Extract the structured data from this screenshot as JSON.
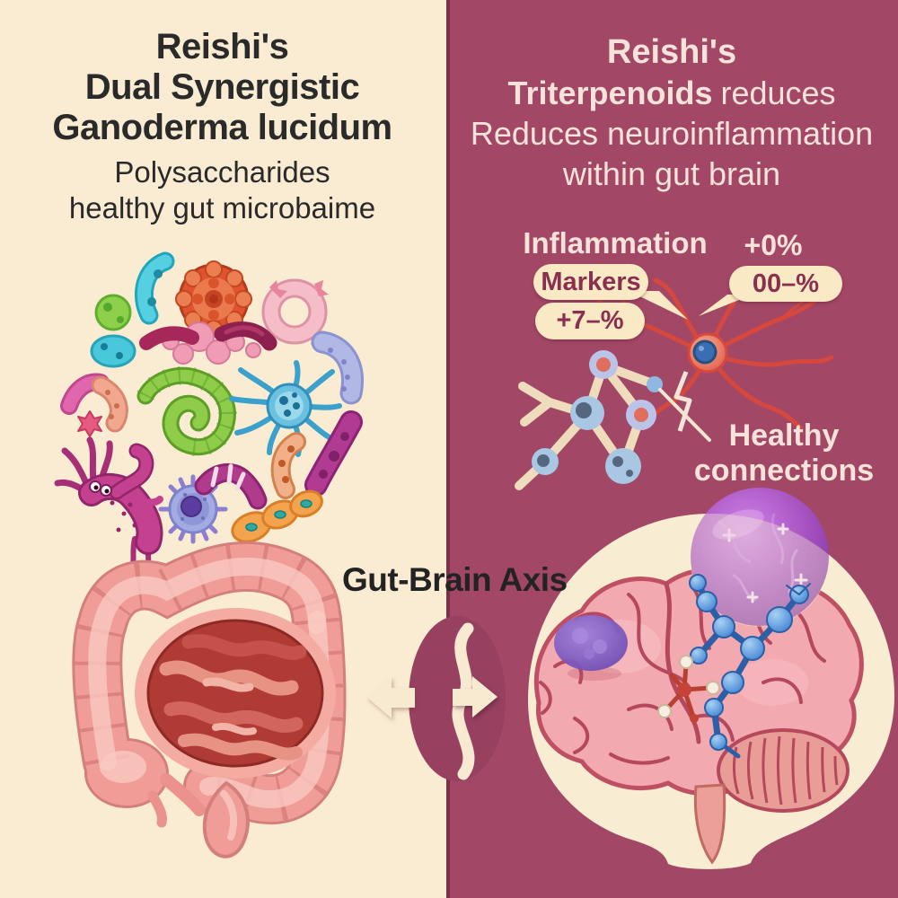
{
  "left_panel": {
    "title_lines": [
      "Reishi's",
      "Dual Synergistic",
      "Ganoderma lucidum"
    ],
    "subtitle_lines": [
      "Polysaccharides",
      "healthy gut microbaime"
    ]
  },
  "right_panel": {
    "title_line1": "Reishi's",
    "title_line2_bold": "Triterpenoids",
    "title_line2_regular": "reduces",
    "title_line3": "Reduces neuroinflammation",
    "title_line4": "within gut brain",
    "inflammation_label": "Inflammation",
    "inflammation_value": "+0%",
    "bubble_markers": "Markers",
    "bubble_value1": "00–%",
    "bubble_value2": "+7–%",
    "healthy_label_line1": "Healthy",
    "healthy_label_line2": "connections"
  },
  "center": {
    "axis_label": "Gut-Brain Axis"
  },
  "palette": {
    "left_bg": "#f9ecd3",
    "right_bg": "#a24766",
    "divider": "#7c2e4a",
    "left_text": "#2b2a2a",
    "right_text": "#f8e3da",
    "bubble_bg": "#f9e9c4",
    "bubble_text": "#8a2f4f",
    "axis_text": "#232323",
    "neuron_red": "#d6473d",
    "molecule_blue": "#3f84d4",
    "reishi_purple": "#9b49c4",
    "brain_pink": "#f3a9b0",
    "gut_pink": "#f09a96",
    "halo_cream": "#f8ecd3"
  }
}
